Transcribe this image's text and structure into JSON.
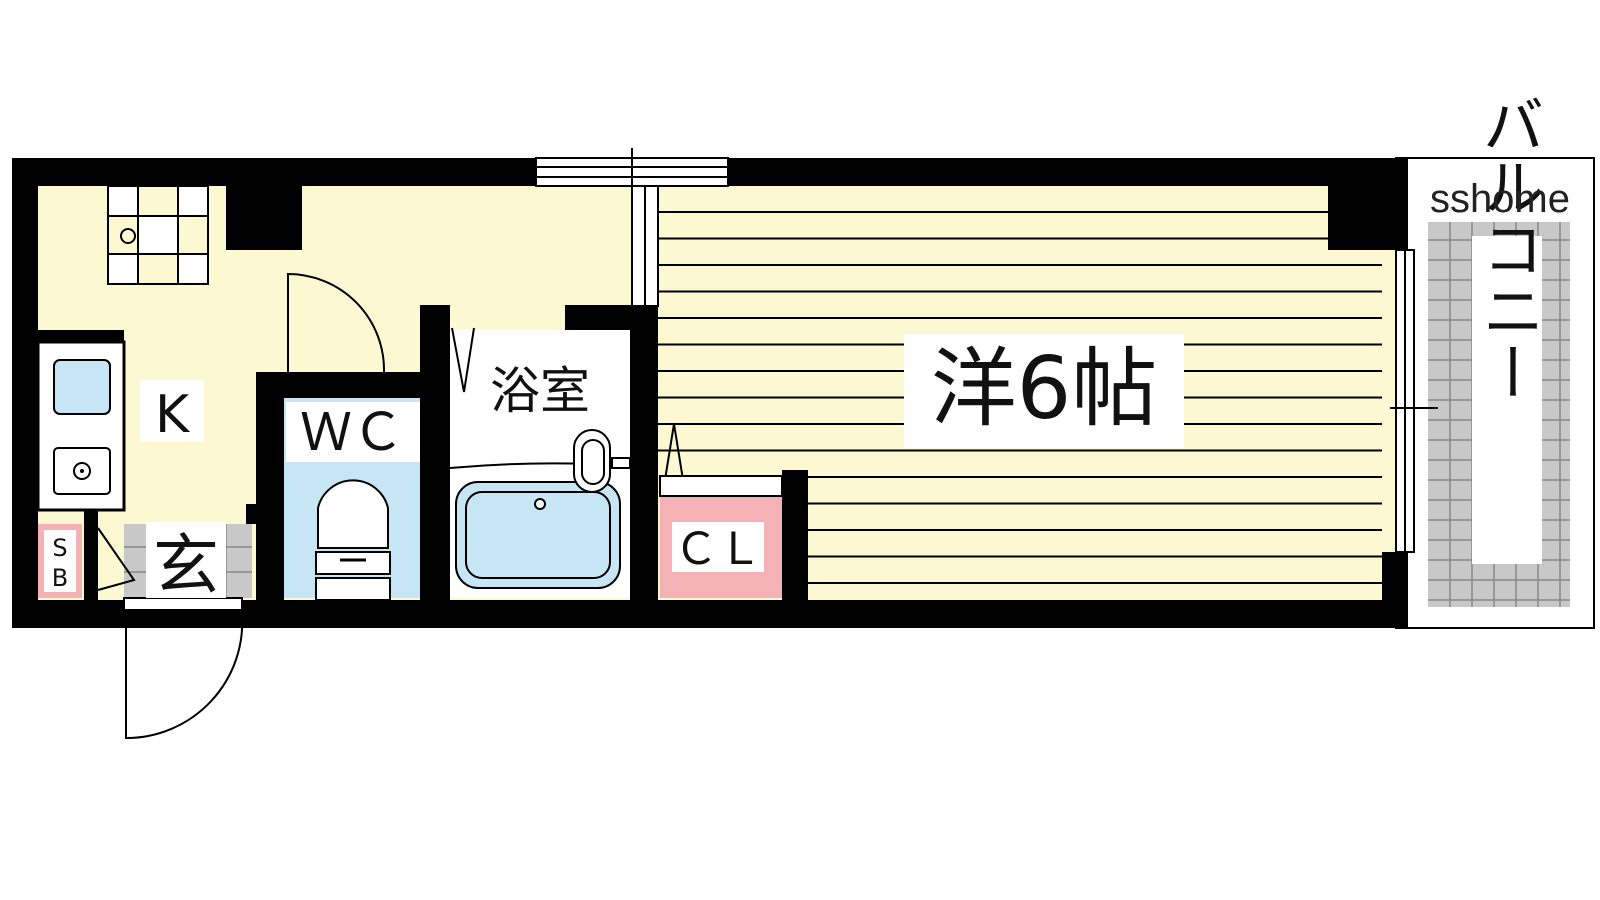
{
  "floor_plan": {
    "watermark": "sshome",
    "rooms": {
      "western": "洋6帖",
      "kitchen": "K",
      "toilet": "ＷＣ",
      "bathroom": "浴室",
      "closet": "ＣＬ",
      "entrance": "玄",
      "shoe_box_top": "S",
      "shoe_box_bottom": "B",
      "balcony": "バルコニー"
    },
    "colors": {
      "wall": "#000000",
      "floor": "#fcf8d2",
      "flooring_lines": "#000000",
      "toilet_fill": "#c7e6f5",
      "bath_fill": "#c7e6f5",
      "closet_fill": "#f4b2b7",
      "shoe_box_fill": "#f4b2b7",
      "balcony_fill": "#c8c8c8",
      "entrance_fill": "#c8c8c8"
    }
  }
}
